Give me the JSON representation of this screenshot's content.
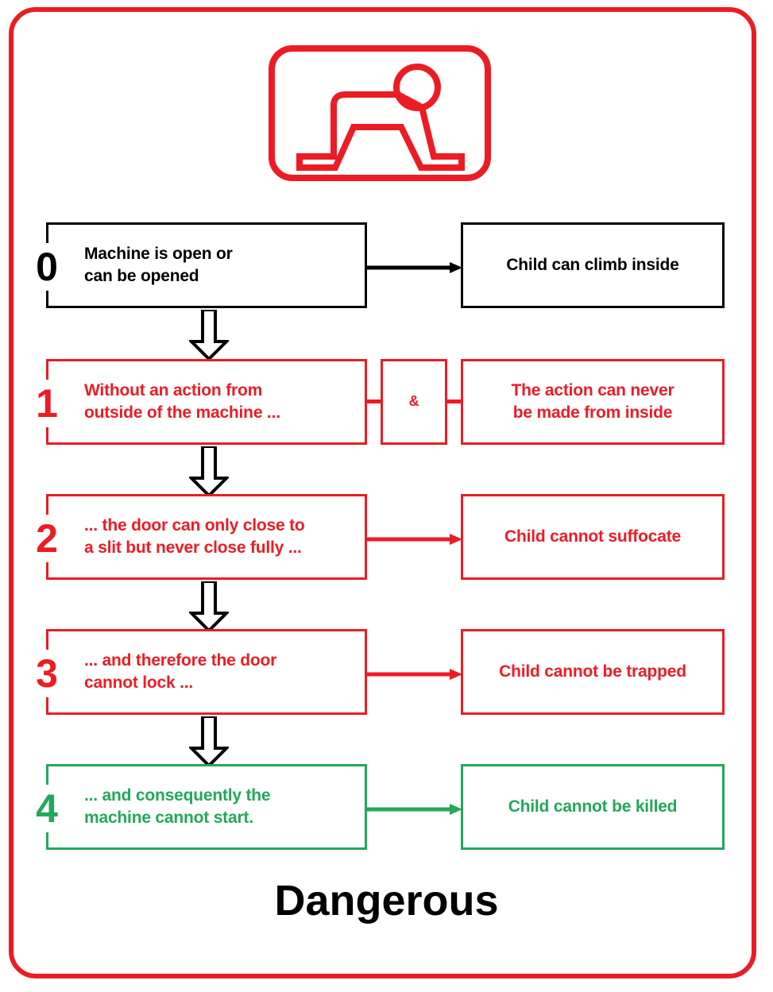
{
  "diagram": {
    "title": "Dangerous",
    "colors": {
      "red": "#ec1c24",
      "green": "#22a85a",
      "black": "#000000",
      "background": "#ffffff"
    },
    "pictogram": {
      "name": "child-climbing-into-machine-pictogram",
      "color": "#ec1c24"
    },
    "and_label": "&",
    "rows": [
      {
        "number": "0",
        "color": "black",
        "condition": "Machine is open or can be opened",
        "condition_line1": "Machine is open or",
        "condition_line2": "can be opened",
        "consequence": "Child can  climb inside",
        "has_and_box": false,
        "and_text": "",
        "has_right_arrow": true,
        "has_down_arrow": true
      },
      {
        "number": "1",
        "color": "red",
        "condition": "Without an action from outside of the machine ...",
        "condition_line1": "Without an action from",
        "condition_line2": "outside of the machine ...",
        "consequence": "The action can never be made from inside",
        "consequence_line1": "The action can never",
        "consequence_line2": "be made from inside",
        "has_and_box": true,
        "and_text": "&",
        "has_right_arrow": false,
        "has_down_arrow": true
      },
      {
        "number": "2",
        "color": "red",
        "condition": "... the door can only close to a slit but never close fully ...",
        "condition_line1": "... the door can only close to",
        "condition_line2": "a slit but never close fully ...",
        "consequence": "Child cannot suffocate",
        "has_and_box": false,
        "and_text": "",
        "has_right_arrow": true,
        "has_down_arrow": true
      },
      {
        "number": "3",
        "color": "red",
        "condition": "... and therefore the door cannot lock ...",
        "condition_line1": "... and therefore the door",
        "condition_line2": "cannot lock ...",
        "consequence": "Child cannot be trapped",
        "has_and_box": false,
        "and_text": "",
        "has_right_arrow": true,
        "has_down_arrow": true
      },
      {
        "number": "4",
        "color": "green",
        "condition": "... and consequently the machine cannot start.",
        "condition_line1": "... and consequently the",
        "condition_line2": "machine cannot start.",
        "consequence": "Child cannot be killed",
        "has_and_box": false,
        "and_text": "",
        "has_right_arrow": true,
        "has_down_arrow": false
      }
    ]
  }
}
